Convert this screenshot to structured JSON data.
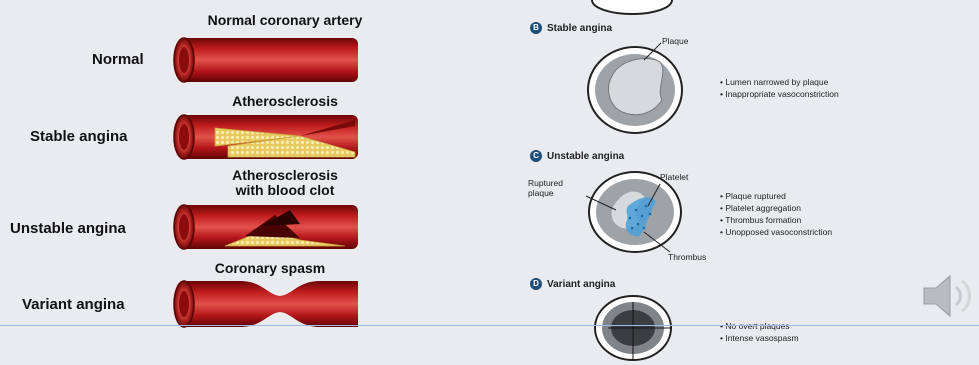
{
  "left": {
    "headings": {
      "normal": "Normal coronary artery",
      "athero": "Atherosclerosis",
      "clot_line1": "Atherosclerosis",
      "clot_line2": "with blood clot",
      "spasm": "Coronary spasm"
    },
    "rows": {
      "normal": "Normal",
      "stable": "Stable angina",
      "unstable": "Unstable angina",
      "variant": "Variant angina"
    }
  },
  "right": {
    "sections": {
      "b": {
        "letter": "B",
        "title": "Stable angina"
      },
      "c": {
        "letter": "C",
        "title": "Unstable angina"
      },
      "d": {
        "letter": "D",
        "title": "Variant angina"
      }
    },
    "callouts": {
      "plaque": "Plaque",
      "ruptured_line1": "Ruptured",
      "ruptured_line2": "plaque",
      "platelet": "Platelet",
      "thrombus": "Thrombus"
    },
    "bullets": {
      "stable": [
        "Lumen narrowed by plaque",
        "Inappropriate vasoconstriction"
      ],
      "unstable": [
        "Plaque ruptured",
        "Platelet aggregation",
        "Thrombus formation",
        "Unopposed vasoconstriction"
      ],
      "variant": [
        "No overt plaques",
        "Intense vasospasm"
      ]
    }
  },
  "colors": {
    "artery_dark": "#7a0a0a",
    "artery_mid": "#b3161b",
    "artery_light": "#d94a45",
    "plaque": "#e8cf6a",
    "badge": "#1d4f7a",
    "platelet": "#4aa0d8"
  },
  "icons": [
    "speaker-icon"
  ]
}
